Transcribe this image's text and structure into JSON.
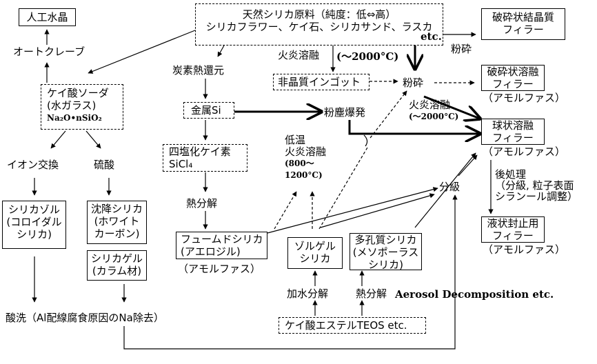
{
  "nodes": {
    "raw_material": {
      "line1": "天然シリカ原料（純度：低⇔高）",
      "line2": "シリカフラワー、ケイ石、シリカサンド、ラスカ",
      "etc": "etc."
    },
    "artificial_quartz": "人工水晶",
    "autoclave": "オートクレーブ",
    "sodium_silicate": {
      "line1": "ケイ酸ソーダ",
      "line2": "(水ガラス)",
      "formula": "Na₂O•nSiO₂"
    },
    "ion_exchange": "イオン交換",
    "sulfuric_acid": "硫酸",
    "silica_sol": {
      "line1": "シリカゾル",
      "line2": "(コロイダル",
      "line3": "シリカ)"
    },
    "precipitated_silica": {
      "line1": "沈降シリカ",
      "line2": "(ホワイト",
      "line3": "カーボン)"
    },
    "silica_gel": {
      "line1": "シリカゲル",
      "line2": "(カラム材)"
    },
    "acid_wash": "酸洗（Al配線腐食原因のNa除去）",
    "carbothermal": "炭素熱還元",
    "metal_si": "金属Si",
    "sicl4": {
      "line1": "四塩化ケイ素",
      "line2": "SiCl₄"
    },
    "pyrolysis": "熱分解",
    "fumed_silica": {
      "line1": "フュームドシリカ",
      "line2": "(アエロジル)",
      "sub": "（アモルファス）"
    },
    "flame_fusion_1": "火炎溶融",
    "temp_2000_a": "(～2000°C)",
    "amorphous_ingot": "非晶質インゴット",
    "dust_explosion": "粉塵爆発",
    "crush_1": "粉砕",
    "crush_2": "粉砕",
    "low_temp": {
      "line1": "低温",
      "line2": "火炎溶融",
      "line3": "(800～",
      "line4": "1200°C)"
    },
    "flame_fusion_2": {
      "line1": "火炎溶融",
      "line2": "(～2000°C)"
    },
    "crushed_crystal": {
      "line1": "破砕状結晶質",
      "line2": "フィラー"
    },
    "crushed_fused": {
      "line1": "破砕状溶融",
      "line2": "フィラー",
      "sub": "（アモルファス）"
    },
    "spherical_fused": {
      "line1": "球状溶融",
      "line2": "フィラー",
      "sub": "（アモルファス）"
    },
    "classification": "分級",
    "post_treatment": {
      "line1": "後処理",
      "line2": "（分級, 粒子表面",
      "line3": "シランール調整）"
    },
    "liquid_sealing": {
      "line1": "液状封止用",
      "line2": "フィラー",
      "sub": "（アモルファス）"
    },
    "sol_gel_silica": {
      "line1": "ゾルゲル",
      "line2": "シリカ"
    },
    "porous_silica": {
      "line1": "多孔質シリカ",
      "line2": "(メソポーラス",
      "line3": "シリカ)"
    },
    "hydrolysis": "加水分解",
    "pyrolysis_2": "熱分解",
    "aerosol": "Aerosol Decomposition etc.",
    "silicate_ester": "ケイ酸エステルTEOS etc."
  }
}
